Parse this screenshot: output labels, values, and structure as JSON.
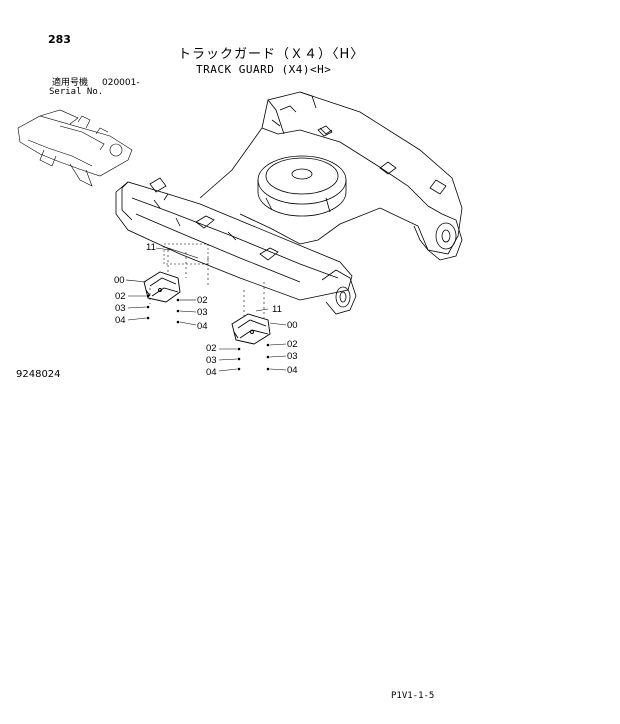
{
  "header": {
    "page_number": "283",
    "title_jp": "トラックガード（Ｘ４）〈H〉",
    "title_en": "TRACK GUARD (X4)<H>",
    "serial_label_jp": "適用号機",
    "serial_value": "020001-",
    "serial_label_en": "Serial No."
  },
  "figure": {
    "figure_number": "9248024",
    "part_labels": {
      "guard_left": "00",
      "guard_right": "00",
      "plate_left": "11",
      "plate_right": "11",
      "bolt_left_outer": "02",
      "washer_left_outer": "03",
      "nut_left_outer": "04",
      "bolt_left_inner": "02",
      "washer_left_inner": "03",
      "nut_left_inner": "04",
      "bolt_right_outer": "02",
      "washer_right_outer": "03",
      "nut_right_outer": "04",
      "bolt_right_inner": "02",
      "washer_right_inner": "03",
      "nut_right_inner": "04"
    }
  },
  "footer": {
    "code": "P1V1-1-5"
  }
}
